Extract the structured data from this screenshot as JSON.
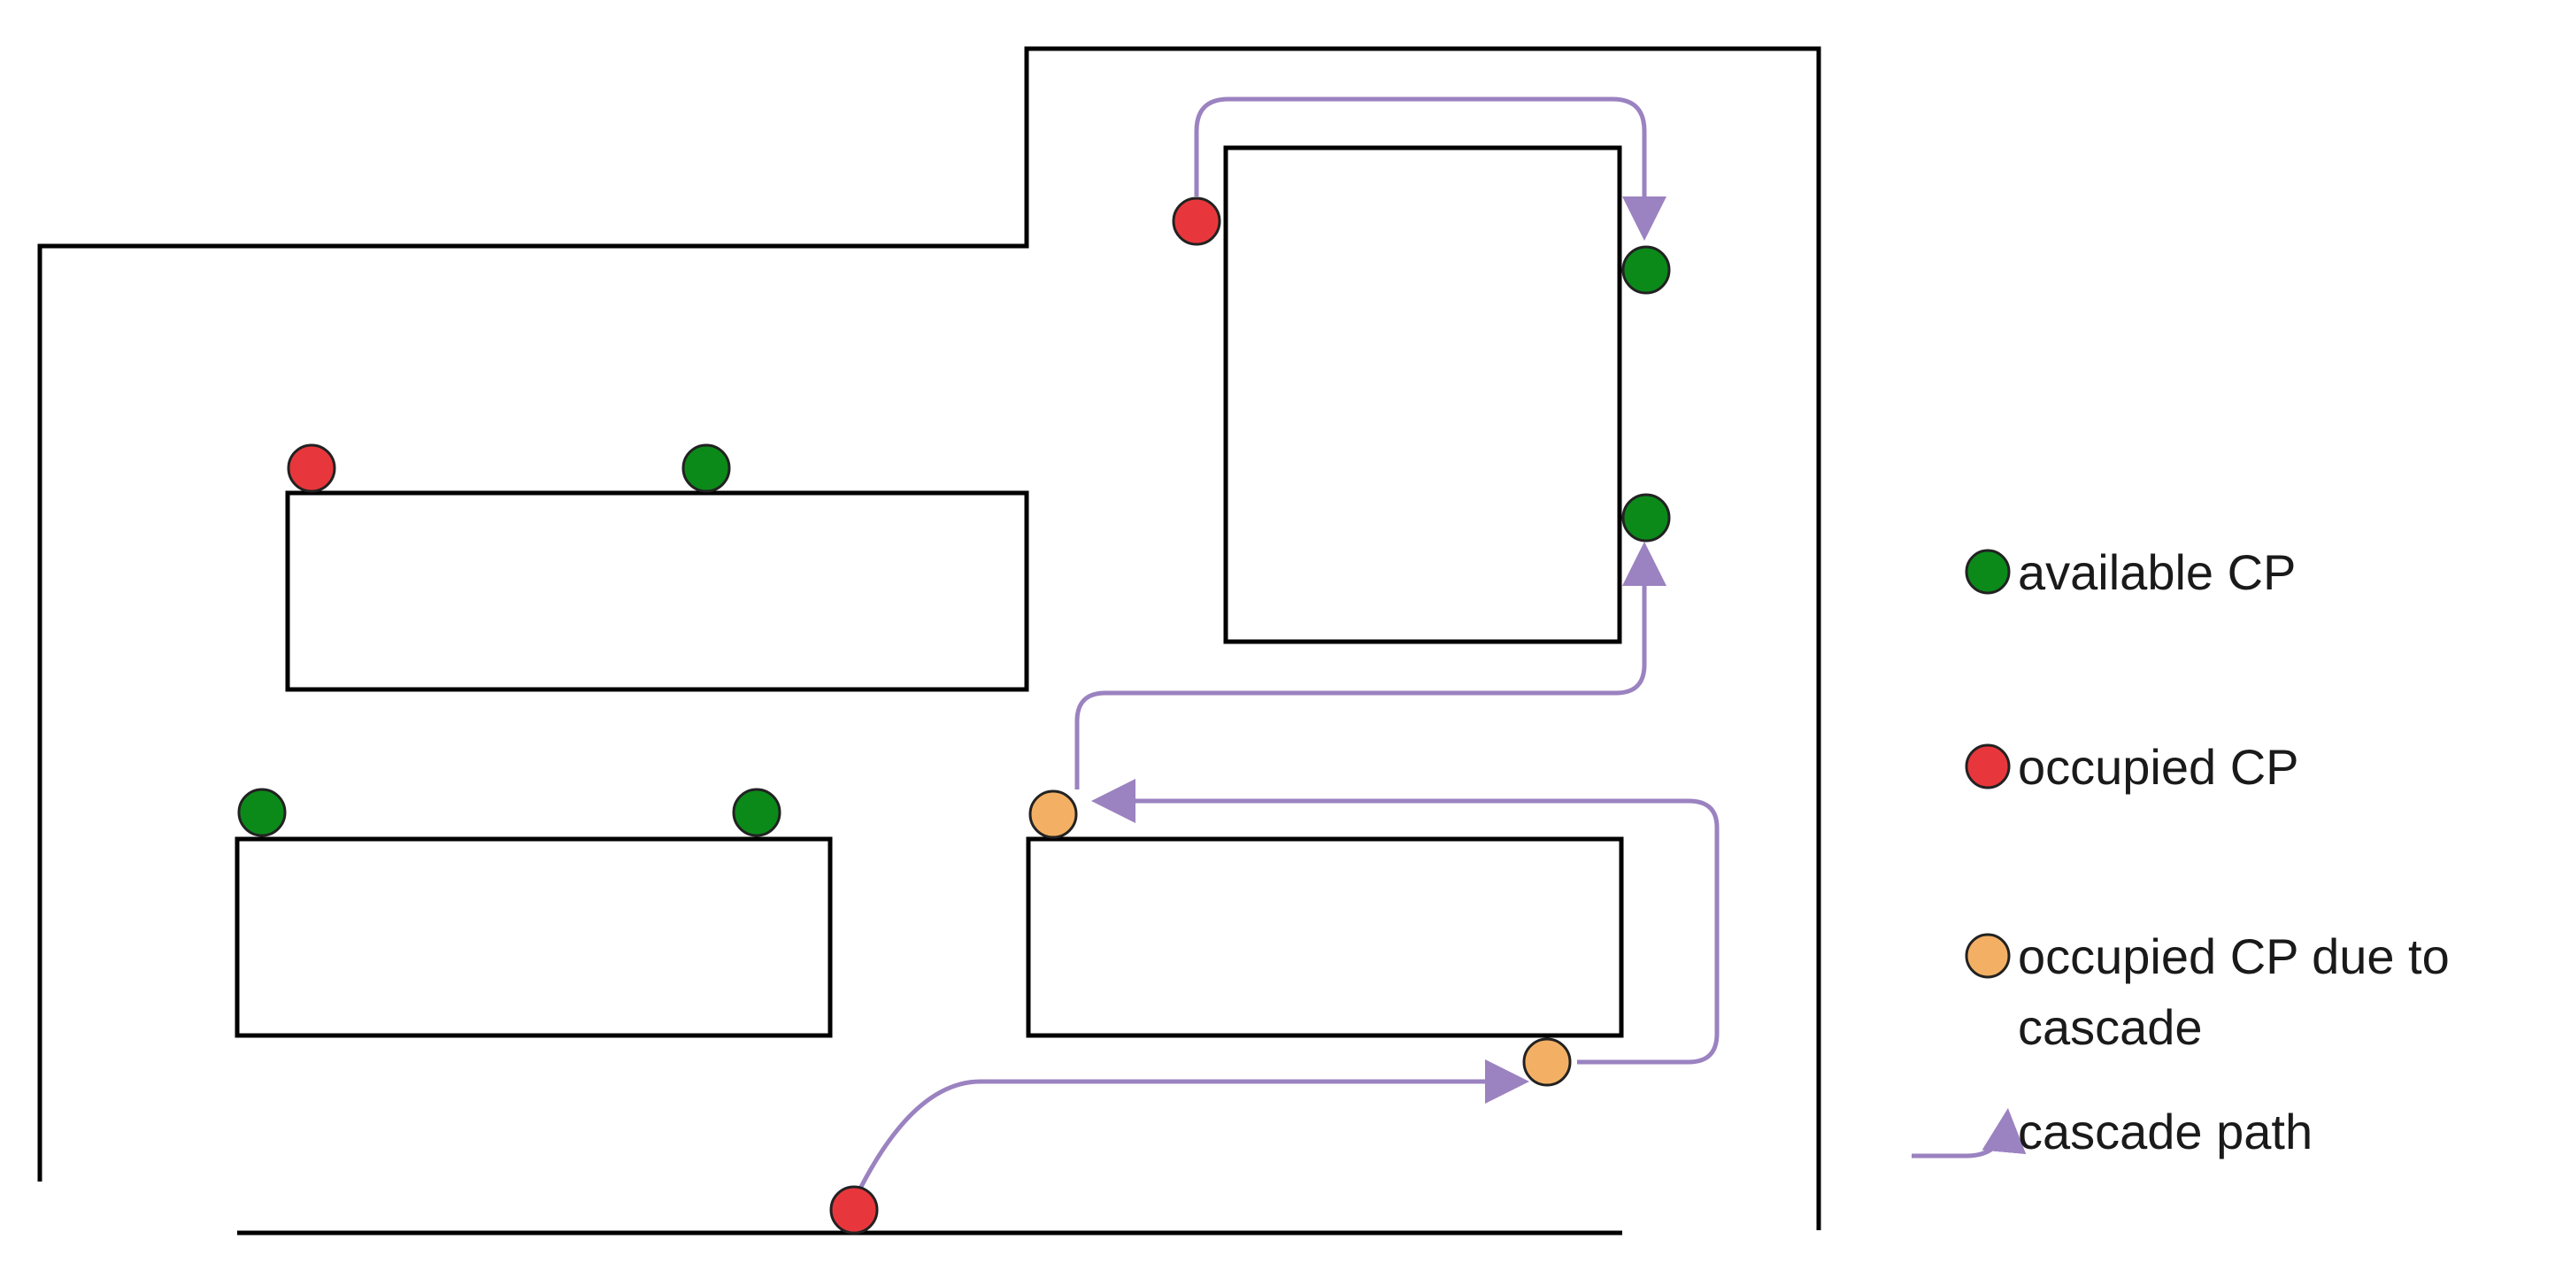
{
  "legend": {
    "available": "available CP",
    "occupied": "occupied CP",
    "cascade_line1": "occupied CP due to",
    "cascade_line2": "cascade",
    "path": "cascade path"
  },
  "colors": {
    "available": "#0b8a1a",
    "occupied": "#e8373c",
    "cascade": "#f3b064",
    "path": "#9b82c0",
    "wall": "#000000"
  }
}
